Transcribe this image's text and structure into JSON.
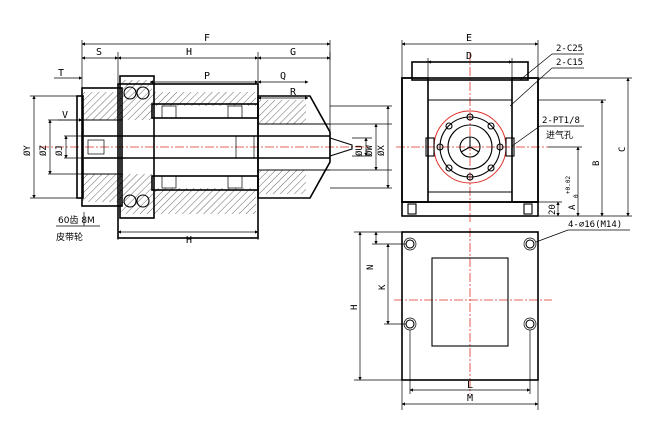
{
  "side_view": {
    "dims": {
      "F": "F",
      "S": "S",
      "H_top": "H",
      "G": "G",
      "T": "T",
      "P": "P",
      "Q": "Q",
      "R": "R",
      "V": "V",
      "H_bottom": "H",
      "dia_Y": "ØY",
      "dia_Z": "ØZ",
      "dia_J": "ØJ",
      "dia_U": "ØU",
      "dia_W": "ØW",
      "dia_X": "ØX"
    },
    "pulley_note_line1": "60齿 8M",
    "pulley_note_line2": "皮带轮"
  },
  "front_view": {
    "dims": {
      "E": "E",
      "D": "D",
      "C": "C",
      "B": "B",
      "A": "A",
      "tol_upper": "+0.02",
      "tol_lower": "0",
      "base_height": "20"
    },
    "callouts": {
      "c25": "2-C25",
      "c15": "2-C15",
      "pt": "2-PT1/8",
      "air_inlet": "进气孔"
    }
  },
  "top_view": {
    "dims": {
      "N": "N",
      "K": "K",
      "H": "H",
      "L": "L",
      "M": "M"
    },
    "hole_note": "4-⌀16(M14)"
  },
  "colors": {
    "line": "#000000",
    "center_line": "#e0302a"
  }
}
